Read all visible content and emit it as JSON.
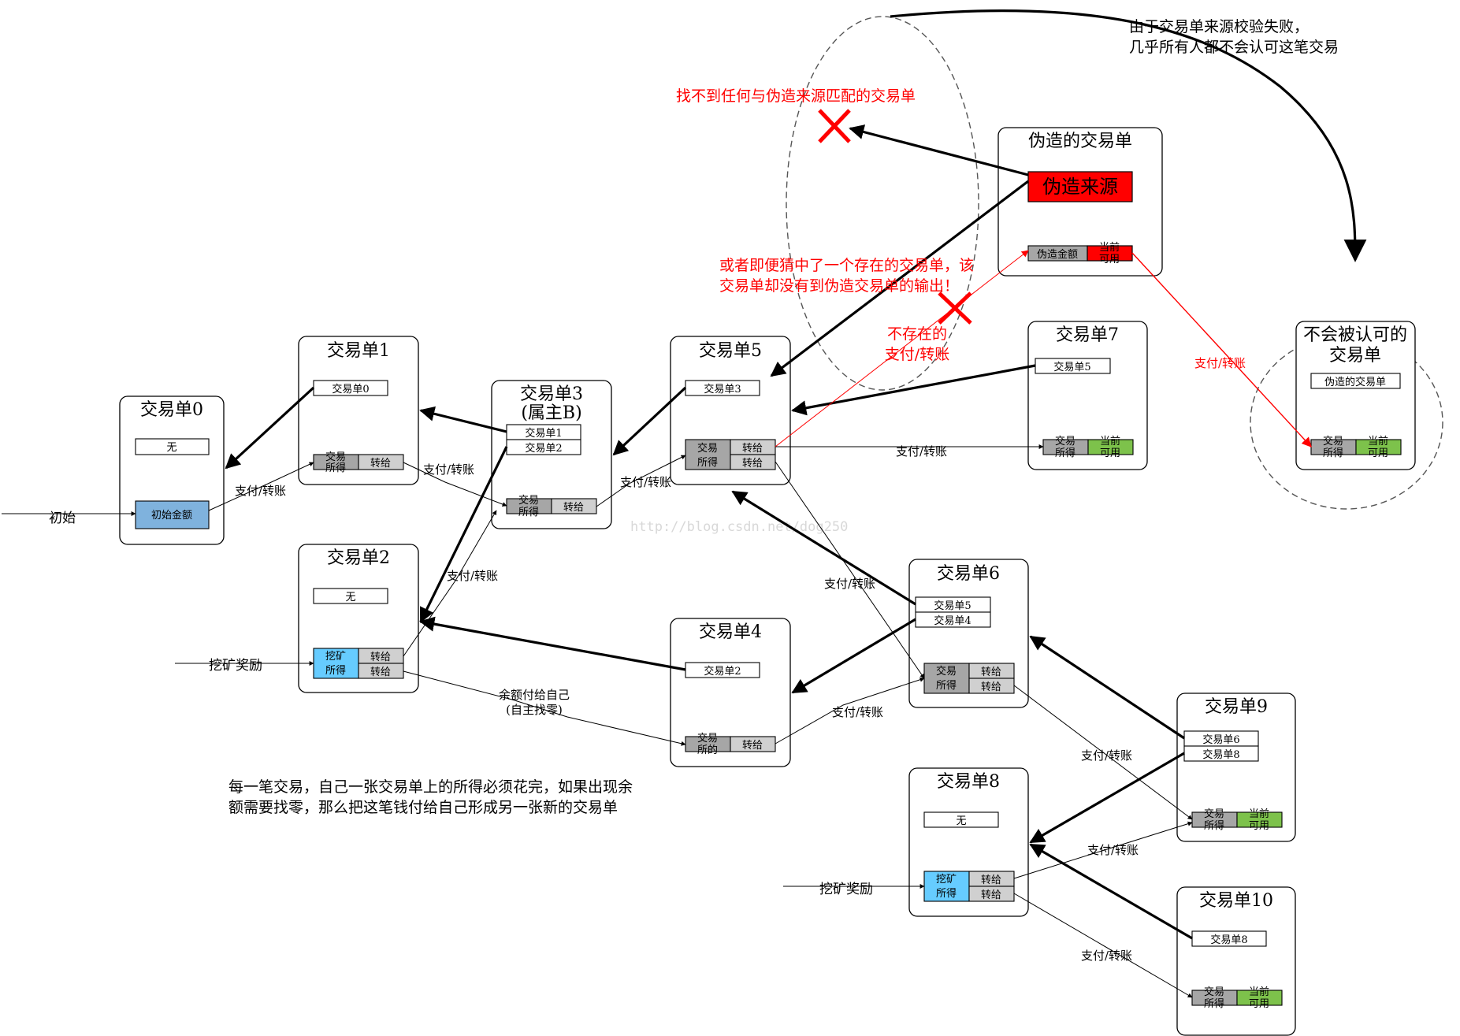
{
  "watermark": "http://blog.csdn.net/dog250",
  "top_note": [
    "由于交易单来源校验失败，",
    "几乎所有人都不会认可这笔交易"
  ],
  "forged_source_not_found": "找不到任何与伪造来源匹配的交易单",
  "guess_note": [
    "或者即便猜中了一个存在的交易单，该",
    "交易单却没有到伪造交易单的输出！"
  ],
  "nonexistent_payment": [
    "不存在的",
    "支付/转账"
  ],
  "footer_note": [
    "每一笔交易，自己一张交易单上的所得必须花完，如果出现余",
    "额需要找零，那么把这笔钱付给自己形成另一张新的交易单"
  ],
  "labels": {
    "initial": "初始",
    "mining_reward": "挖矿奖励",
    "payment": "支付/转账",
    "change_to_self": [
      "余额付给自己",
      "(自主找零)"
    ]
  },
  "cells": {
    "none": "无",
    "initial_amount": "初始金额",
    "transfer": "转给",
    "tx_income": [
      "交易",
      "所得"
    ],
    "tx_of": [
      "交易",
      "所的"
    ],
    "mining_income": [
      "挖矿",
      "所得"
    ],
    "current_available": [
      "当前",
      "可用"
    ],
    "forged_source": "伪造来源",
    "forged_amount": "伪造金额"
  },
  "transactions": {
    "tx0": {
      "title": "交易单0"
    },
    "tx1": {
      "title": "交易单1",
      "ref": "交易单0"
    },
    "tx2": {
      "title": "交易单2"
    },
    "tx3": {
      "title": "交易单3",
      "subtitle": "(属主B)",
      "refs": [
        "交易单1",
        "交易单2"
      ]
    },
    "tx4": {
      "title": "交易单4",
      "ref": "交易单2"
    },
    "tx5": {
      "title": "交易单5",
      "ref": "交易单3"
    },
    "tx6": {
      "title": "交易单6",
      "refs": [
        "交易单5",
        "交易单4"
      ]
    },
    "tx7": {
      "title": "交易单7",
      "ref": "交易单5"
    },
    "tx8": {
      "title": "交易单8"
    },
    "tx9": {
      "title": "交易单9",
      "refs": [
        "交易单6",
        "交易单8"
      ]
    },
    "tx10": {
      "title": "交易单10",
      "ref": "交易单8"
    },
    "forged": {
      "title": "伪造的交易单"
    },
    "rejected": {
      "title": [
        "不会被认可的",
        "交易单"
      ],
      "ref": "伪造的交易单"
    }
  },
  "colors": {
    "income": "#a6a6a6",
    "transfer": "#d0d0d0",
    "mining": "#66ccff",
    "initial": "#7fb2dd",
    "available": "#7dc24b",
    "forged": "#ff0000"
  }
}
